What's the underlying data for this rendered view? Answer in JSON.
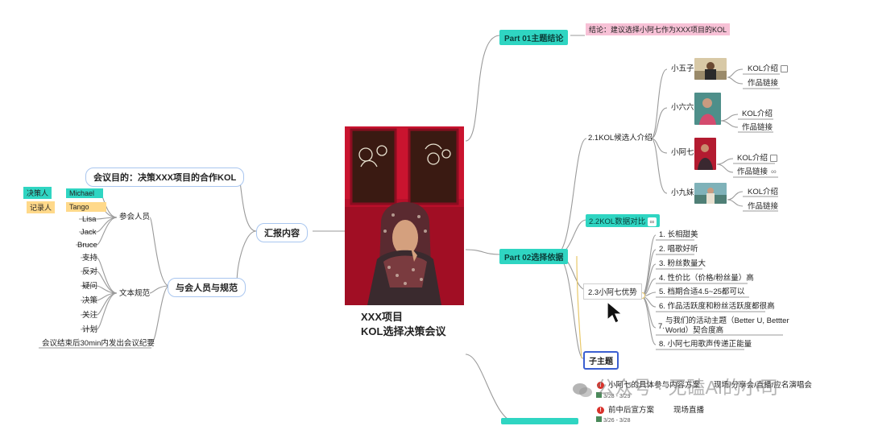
{
  "center": {
    "title_line1": "XXX项目",
    "title_line2": "KOL选择决策会议"
  },
  "left": {
    "goal": "会议目的：决策XXX项目的合作KOL",
    "report": "汇报内容",
    "attendees_section": "与会人员与规范",
    "attendees_label": "参会人员",
    "roles": {
      "decider_tag": "决策人",
      "decider": "Michael",
      "recorder_tag": "记录人",
      "recorder": "Tango"
    },
    "people": [
      "Lisa",
      "Jack",
      "Bruce"
    ],
    "text_norms_label": "文本规范",
    "norms": [
      "支持",
      "反对",
      "疑问",
      "决策",
      "关注",
      "计划"
    ],
    "minutes_rule": "会议结束后30min内发出会议纪要"
  },
  "right": {
    "part01": "Part 01主题结论",
    "conclusion": "结论：建议选择小阿七作为XXX项目的KOL",
    "part02": "Part 02选择依据",
    "candidates_intro": "2.1KOL候选人介绍",
    "candidates": [
      {
        "name": "小五子",
        "intro": "KOL介绍",
        "link": "作品链接"
      },
      {
        "name": "小六六",
        "intro": "KOL介绍",
        "link": "作品链接"
      },
      {
        "name": "小阿七",
        "intro": "KOL介绍",
        "link": "作品链接"
      },
      {
        "name": "小九妹",
        "intro": "KOL介绍",
        "link": "作品链接"
      }
    ],
    "data_compare": "2.2KOL数据对比",
    "advantages_label": "2.3小阿七优势",
    "advantages": [
      "1. 长相甜美",
      "2. 唱歌好听",
      "3. 粉丝数量大",
      "4. 性价比（价格/粉丝量）高",
      "5. 档期合适4.5~25都可以",
      "6. 作品活跃度和粉丝活跃度都很高",
      "与我们的活动主题（Better U, Bettter",
      "World）契合度高",
      "8. 小阿七用歌声传递正能量"
    ],
    "advantage7_num": "7.",
    "subtopic": "子主题",
    "plan1": "小阿七的具体参与内容方案",
    "plan1_detail": "现场/分享会/直播/应名演唱会",
    "plan1_date": "3/28 - 3/29",
    "plan2": "前中后宣方案",
    "plan2_detail": "现场直播",
    "plan2_date": "3/26 - 3/28",
    "badge": "!"
  },
  "watermark": "公众号 · 无磕AI的小司",
  "colors": {
    "accent_green": "#2fd5c2",
    "pink": "#f7c1d6",
    "yellow": "#ffd98a",
    "blue_border": "#3b5fd1"
  }
}
